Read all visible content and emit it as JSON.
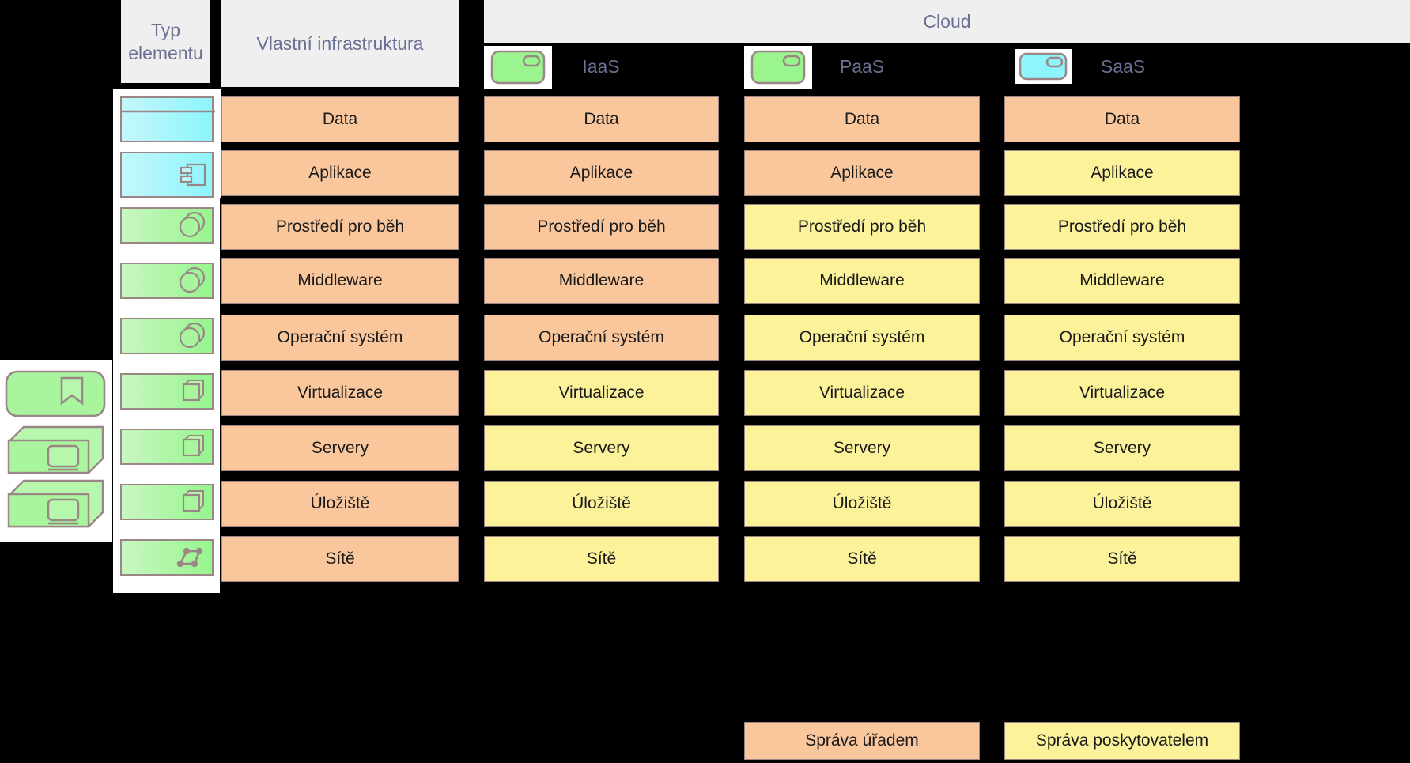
{
  "diagram": {
    "title_bar": {
      "cloud_label": "Cloud"
    },
    "headers": {
      "type_column": "Typ\nelementu",
      "type_column_line1": "Typ",
      "type_column_line2": "elementu",
      "own_infrastructure": "Vlastní infrastruktura"
    },
    "service_columns": [
      {
        "key": "iaas",
        "label": "IaaS",
        "badge_icon": "node-rounded-icon",
        "badge_color": "#9bf58f"
      },
      {
        "key": "paas",
        "label": "PaaS",
        "badge_icon": "node-rounded-icon",
        "badge_color": "#9bf58f"
      },
      {
        "key": "saas",
        "label": "SaaS",
        "badge_icon": "node-rounded-icon",
        "badge_color": "#8df5fb"
      }
    ],
    "rows": [
      {
        "label": "Data",
        "type_icon": "data-object-icon",
        "icon_color": "blue"
      },
      {
        "label": "Aplikace",
        "type_icon": "application-component-icon",
        "icon_color": "blue"
      },
      {
        "label": "Prostředí pro běh",
        "type_icon": "system-software-icon",
        "icon_color": "green"
      },
      {
        "label": "Middleware",
        "type_icon": "system-software-icon",
        "icon_color": "green"
      },
      {
        "label": "Operační systém",
        "type_icon": "system-software-icon",
        "icon_color": "green"
      },
      {
        "label": "Virtualizace",
        "type_icon": "node-icon",
        "icon_color": "green"
      },
      {
        "label": "Servery",
        "type_icon": "node-icon",
        "icon_color": "green"
      },
      {
        "label": "Úložiště",
        "type_icon": "node-icon",
        "icon_color": "green"
      },
      {
        "label": "Sítě",
        "type_icon": "communication-network-icon",
        "icon_color": "green"
      }
    ],
    "matrix": {
      "own": [
        "orange",
        "orange",
        "orange",
        "orange",
        "orange",
        "orange",
        "orange",
        "orange",
        "orange"
      ],
      "iaas": [
        "orange",
        "orange",
        "orange",
        "orange",
        "orange",
        "yellow",
        "yellow",
        "yellow",
        "yellow"
      ],
      "paas": [
        "orange",
        "orange",
        "yellow",
        "yellow",
        "yellow",
        "yellow",
        "yellow",
        "yellow",
        "yellow"
      ],
      "saas": [
        "orange",
        "yellow",
        "yellow",
        "yellow",
        "yellow",
        "yellow",
        "yellow",
        "yellow",
        "yellow"
      ]
    },
    "legend": [
      {
        "label": "Správa úřadem",
        "color_key": "orange",
        "color": "#fac69c"
      },
      {
        "label": "Správa poskytovatelem",
        "color_key": "yellow",
        "color": "#fbf29a"
      }
    ],
    "side_shapes": [
      {
        "name": "node-rounded-shape",
        "icon": "tag-icon",
        "color": "#a8f59d"
      },
      {
        "name": "device-box-shape-1",
        "icon": "monitor-icon",
        "color": "#a8f59d"
      },
      {
        "name": "device-box-shape-2",
        "icon": "monitor-icon",
        "color": "#a8f59d"
      }
    ],
    "colors": {
      "managed_by_office": "#fac69c",
      "managed_by_provider": "#fbf29a",
      "header_text": "#6b7094",
      "header_bg": "#efefef",
      "element_blue": "#8df5fb",
      "element_green": "#96f58e",
      "stroke": "#9b8686",
      "background": "#000000"
    }
  }
}
